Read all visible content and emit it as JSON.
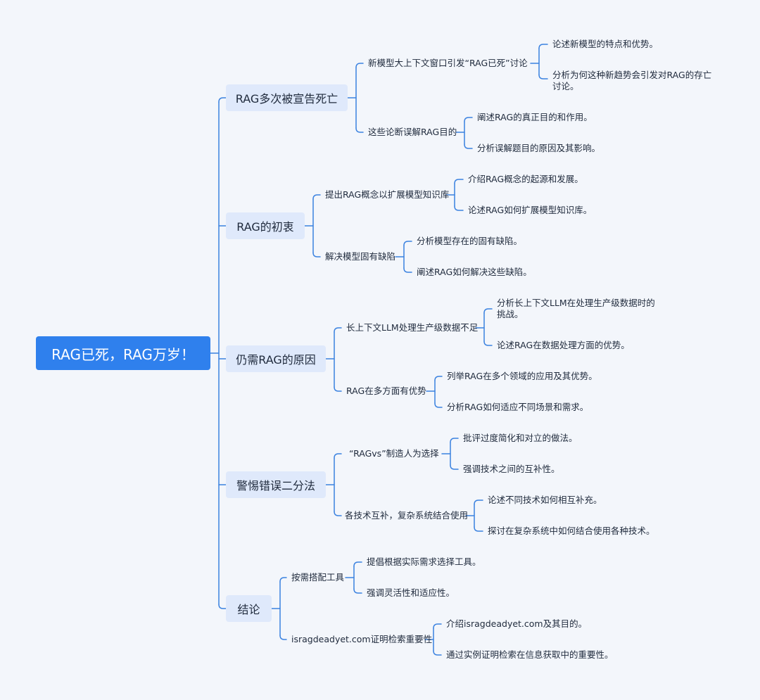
{
  "root": "RAG已死，RAG万岁！",
  "branches": [
    {
      "label": "RAG多次被宣告死亡",
      "children": [
        {
          "label": "新模型大上下文窗口引发“RAG已死”讨论",
          "children": [
            "论述新模型的特点和优势。",
            "分析为何这种新趋势会引发对RAG的存亡讨论。"
          ]
        },
        {
          "label": "这些论断误解RAG目的",
          "children": [
            "阐述RAG的真正目的和作用。",
            "分析误解题目的原因及其影响。"
          ]
        }
      ]
    },
    {
      "label": "RAG的初衷",
      "children": [
        {
          "label": "提出RAG概念以扩展模型知识库",
          "children": [
            "介绍RAG概念的起源和发展。",
            "论述RAG如何扩展模型知识库。"
          ]
        },
        {
          "label": "解决模型固有缺陷",
          "children": [
            "分析模型存在的固有缺陷。",
            "阐述RAG如何解决这些缺陷。"
          ]
        }
      ]
    },
    {
      "label": "仍需RAG的原因",
      "children": [
        {
          "label": "长上下文LLM处理生产级数据不足",
          "children": [
            "分析长上下文LLM在处理生产级数据时的挑战。",
            "论述RAG在数据处理方面的优势。"
          ]
        },
        {
          "label": "RAG在多方面有优势",
          "children": [
            "列举RAG在多个领域的应用及其优势。",
            "分析RAG如何适应不同场景和需求。"
          ]
        }
      ]
    },
    {
      "label": "警惕错误二分法",
      "children": [
        {
          "label": "“RAGvs”制造人为选择",
          "children": [
            "批评过度简化和对立的做法。",
            "强调技术之间的互补性。"
          ]
        },
        {
          "label": "各技术互补，复杂系统结合使用",
          "children": [
            "论述不同技术如何相互补充。",
            "探讨在复杂系统中如何结合使用各种技术。"
          ]
        }
      ]
    },
    {
      "label": "结论",
      "children": [
        {
          "label": "按需搭配工具",
          "children": [
            "提倡根据实际需求选择工具。",
            "强调灵活性和适应性。"
          ]
        },
        {
          "label": "isragdeadyet.com证明检索重要性",
          "children": [
            "介绍isragdeadyet.com及其目的。",
            "通过实例证明检索在信息获取中的重要性。"
          ]
        }
      ]
    }
  ],
  "colors": {
    "line": "#3b82e0",
    "root_bg": "#2f80ed",
    "main_bg": "#dfe9fb",
    "background": "#f3f6fb"
  }
}
